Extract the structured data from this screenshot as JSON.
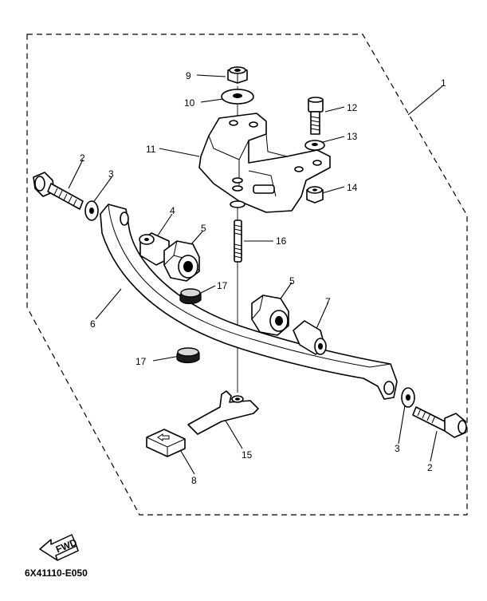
{
  "diagram": {
    "reference_code": "6X41110-E050",
    "fwd_label": "FWD",
    "assembly_callout": "1",
    "callouts": {
      "c2a": "2",
      "c2b": "2",
      "c3a": "3",
      "c3b": "3",
      "c4": "4",
      "c5a": "5",
      "c5b": "5",
      "c6": "6",
      "c7": "7",
      "c8": "8",
      "c9": "9",
      "c10": "10",
      "c11": "11",
      "c12": "12",
      "c13": "13",
      "c14": "14",
      "c15": "15",
      "c16": "16",
      "c17a": "17",
      "c17b": "17"
    }
  }
}
